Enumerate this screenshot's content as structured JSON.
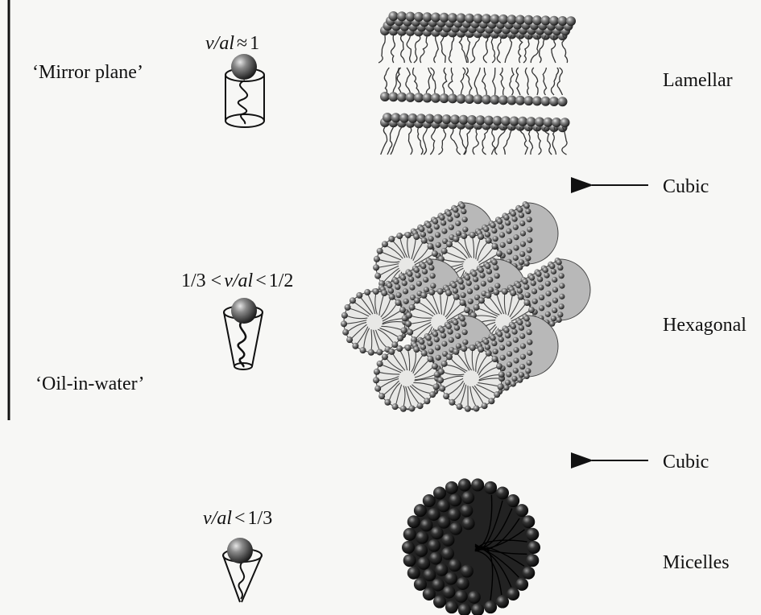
{
  "left_labels": {
    "mirror_plane": "‘Mirror plane’",
    "oil_in_water": "‘Oil-in-water’"
  },
  "ratios": {
    "lamellar": {
      "var": "v/al",
      "op": "≈",
      "val": "1"
    },
    "hexagonal": {
      "pre": "1/3 <",
      "var": "v/al",
      "op": "<",
      "val": "1/2"
    },
    "micelles": {
      "var": "v/al",
      "op": "<",
      "val": "1/3"
    }
  },
  "phases": {
    "lamellar": "Lamellar",
    "cubic_upper": "Cubic",
    "hexagonal": "Hexagonal",
    "cubic_lower": "Cubic",
    "micelles": "Micelles"
  },
  "colors": {
    "head": "#4a4a4a",
    "head_dark": "#1e1e1e",
    "ink": "#111111",
    "background": "#f7f7f5"
  }
}
